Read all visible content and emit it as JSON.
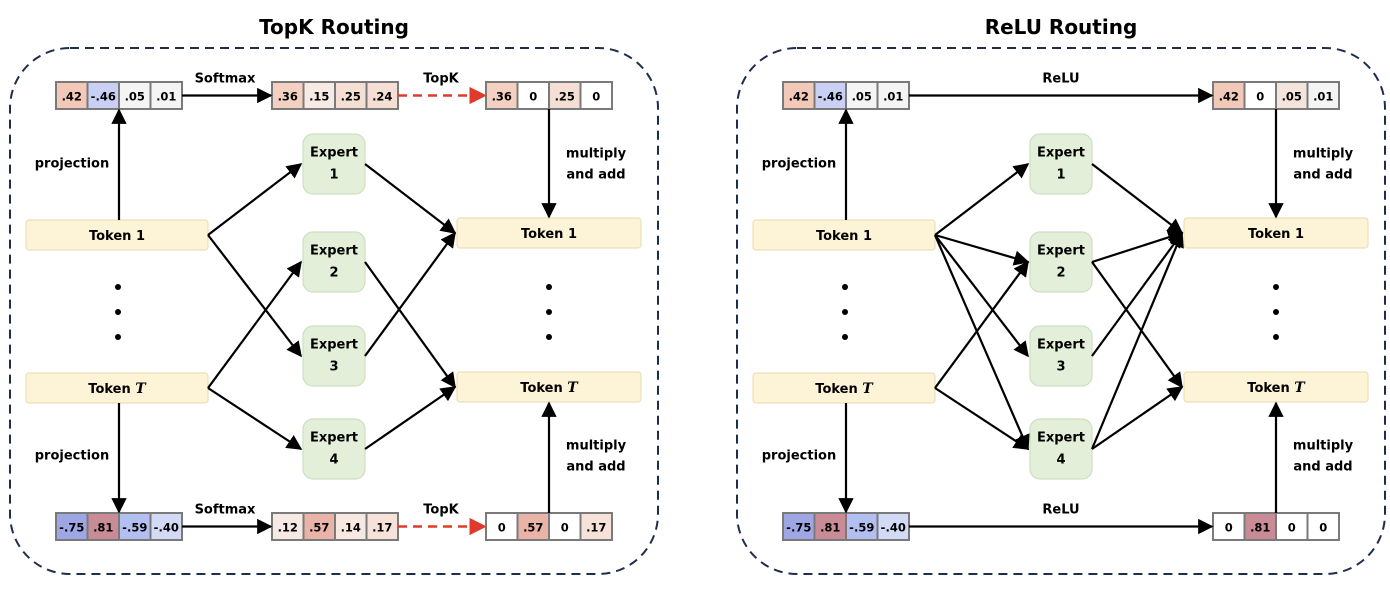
{
  "panels": [
    {
      "title": "TopK Routing",
      "mode": "topk",
      "vectors": {
        "top_logits": [
          ".42",
          "-.46",
          ".05",
          ".01"
        ],
        "top_mid": [
          ".36",
          ".15",
          ".25",
          ".24"
        ],
        "top_out": [
          ".36",
          "0",
          ".25",
          "0"
        ],
        "bot_logits": [
          "-.75",
          ".81",
          "-.59",
          "-.40"
        ],
        "bot_mid": [
          ".12",
          ".57",
          ".14",
          ".17"
        ],
        "bot_out": [
          "0",
          ".57",
          "0",
          ".17"
        ]
      },
      "colors": {
        "top_logits": [
          "#f2c9b8",
          "#c9d0f4",
          "#f4f4f4",
          "#f4f4f4"
        ],
        "top_mid": [
          "#f4d0c2",
          "#f7eae4",
          "#f5ded4",
          "#f5ded4"
        ],
        "top_out": [
          "#f4d0c2",
          "#ffffff",
          "#f5ded4",
          "#ffffff"
        ],
        "bot_logits": [
          "#9ea6e4",
          "#c98c97",
          "#b3bff0",
          "#d2daf6"
        ],
        "bot_mid": [
          "#f7eae4",
          "#e9b3a8",
          "#f7e8e2",
          "#f6e2d9"
        ],
        "bot_out": [
          "#ffffff",
          "#e9b3a8",
          "#ffffff",
          "#f6e2d9"
        ]
      },
      "labels": {
        "proj_top": "projection",
        "proj_bot": "projection",
        "op1_top": "Softmax",
        "op2_top": "TopK",
        "op1_bot": "Softmax",
        "op2_bot": "TopK",
        "mult_top": [
          "multiply",
          "and add"
        ],
        "mult_bot": [
          "multiply",
          "and add"
        ]
      },
      "routes": [
        [
          1,
          3
        ],
        [
          2,
          4
        ]
      ]
    },
    {
      "title": "ReLU Routing",
      "mode": "relu",
      "vectors": {
        "top_logits": [
          ".42",
          "-.46",
          ".05",
          ".01"
        ],
        "top_out": [
          ".42",
          "0",
          ".05",
          ".01"
        ],
        "bot_logits": [
          "-.75",
          ".81",
          "-.59",
          "-.40"
        ],
        "bot_out": [
          "0",
          ".81",
          "0",
          "0"
        ]
      },
      "colors": {
        "top_logits": [
          "#f2c9b8",
          "#c9d0f4",
          "#f4f4f4",
          "#f4f4f4"
        ],
        "top_out": [
          "#f2c9b8",
          "#ffffff",
          "#f5e4dc",
          "#f4f4f4"
        ],
        "bot_logits": [
          "#9ea6e4",
          "#c98c97",
          "#b3bff0",
          "#d2daf6"
        ],
        "bot_out": [
          "#ffffff",
          "#c98c97",
          "#ffffff",
          "#ffffff"
        ]
      },
      "labels": {
        "proj_top": "projection",
        "proj_bot": "projection",
        "op1_top": "ReLU",
        "op1_bot": "ReLU",
        "mult_top": [
          "multiply",
          "and add"
        ],
        "mult_bot": [
          "multiply",
          "and add"
        ]
      },
      "routes": [
        [
          1,
          2,
          3,
          4
        ],
        [
          2,
          4
        ]
      ]
    }
  ],
  "tokens": {
    "prefix": "Token",
    "first_index": "1",
    "last_index": "T"
  },
  "expert_word": "Expert",
  "expert_numbers": [
    "1",
    "2",
    "3",
    "4"
  ],
  "style": {
    "token_fill": "#fdf3d6",
    "token_stroke": "#ece0b8",
    "expert_fill": "#e3efd9",
    "expert_stroke": "#cfdfc2",
    "cell_stroke": "#7a7a7a",
    "frame_stroke": "#1f2d4d",
    "topk_arrow": "#e03b2a",
    "arrow": "#000000"
  }
}
